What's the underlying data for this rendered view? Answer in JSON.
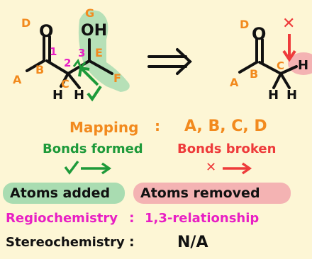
{
  "left_molecule": {
    "oxygen_top": "O",
    "oh_group": "OH",
    "letters": {
      "A": "A",
      "B": "B",
      "C": "C",
      "D": "D",
      "E": "E",
      "F": "F",
      "G": "G"
    },
    "numbers": {
      "n1": "1",
      "n2": "2",
      "n3": "3"
    },
    "hydrogens": [
      "H",
      "H"
    ]
  },
  "right_molecule": {
    "oxygen_top": "O",
    "cross": "✕",
    "letters": {
      "A": "A",
      "B": "B",
      "C": "C",
      "D": "D"
    },
    "hydrogens": [
      "H",
      "H",
      "H"
    ]
  },
  "retro_arrow": "⟹",
  "mapping": {
    "label": "Mapping",
    "colon": ":",
    "value": "A, B, C, D"
  },
  "bonds": {
    "formed": "Bonds formed",
    "broken": "Bonds broken",
    "formed_mark": "✓",
    "broken_mark": "✕"
  },
  "atoms": {
    "added": "Atoms added",
    "removed": "Atoms removed"
  },
  "regio": {
    "label": "Regiochemistry",
    "colon": ":",
    "value": "1,3-relationship"
  },
  "stereo": {
    "label": "Stereochemistry",
    "colon": ":",
    "value": "N/A"
  },
  "colors": {
    "orange": "#f28a1e",
    "green": "#1e9a3a",
    "red": "#ee3b3b",
    "magenta": "#e81fc4",
    "black": "#111111",
    "green_hl": "#a9dcb1",
    "red_hl": "#f4b3b3"
  }
}
